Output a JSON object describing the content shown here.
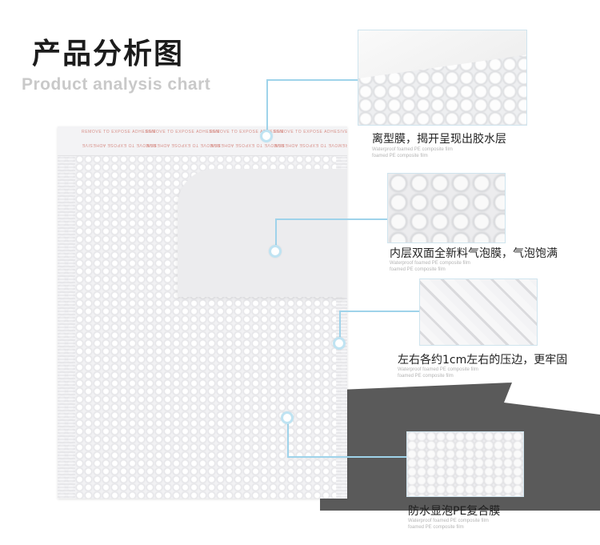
{
  "header": {
    "title_cn": "产品分析图",
    "title_en": "Product analysis chart"
  },
  "bag": {
    "strip_text": "REMOVE TO EXPOSE ADHESIVE"
  },
  "callouts": [
    {
      "label": "离型膜，揭开呈现出胶水层",
      "sub1": "Waterproof foamed PE composite film",
      "sub2": "foamed PE composite film"
    },
    {
      "label": "内层双面全新料气泡膜，气泡饱满",
      "sub1": "Waterproof foamed PE composite film",
      "sub2": "foamed PE composite film"
    },
    {
      "label": "左右各约1cm左右的压边，更牢固",
      "sub1": "Waterproof foamed PE composite film",
      "sub2": "foamed PE composite film"
    },
    {
      "label": "防水显泡PE复合膜",
      "sub1": "Waterproof foamed PE composite film",
      "sub2": "foamed PE composite film"
    }
  ],
  "colors": {
    "accent_line": "#9fd3ea",
    "shadow": "#5a5a5a"
  }
}
